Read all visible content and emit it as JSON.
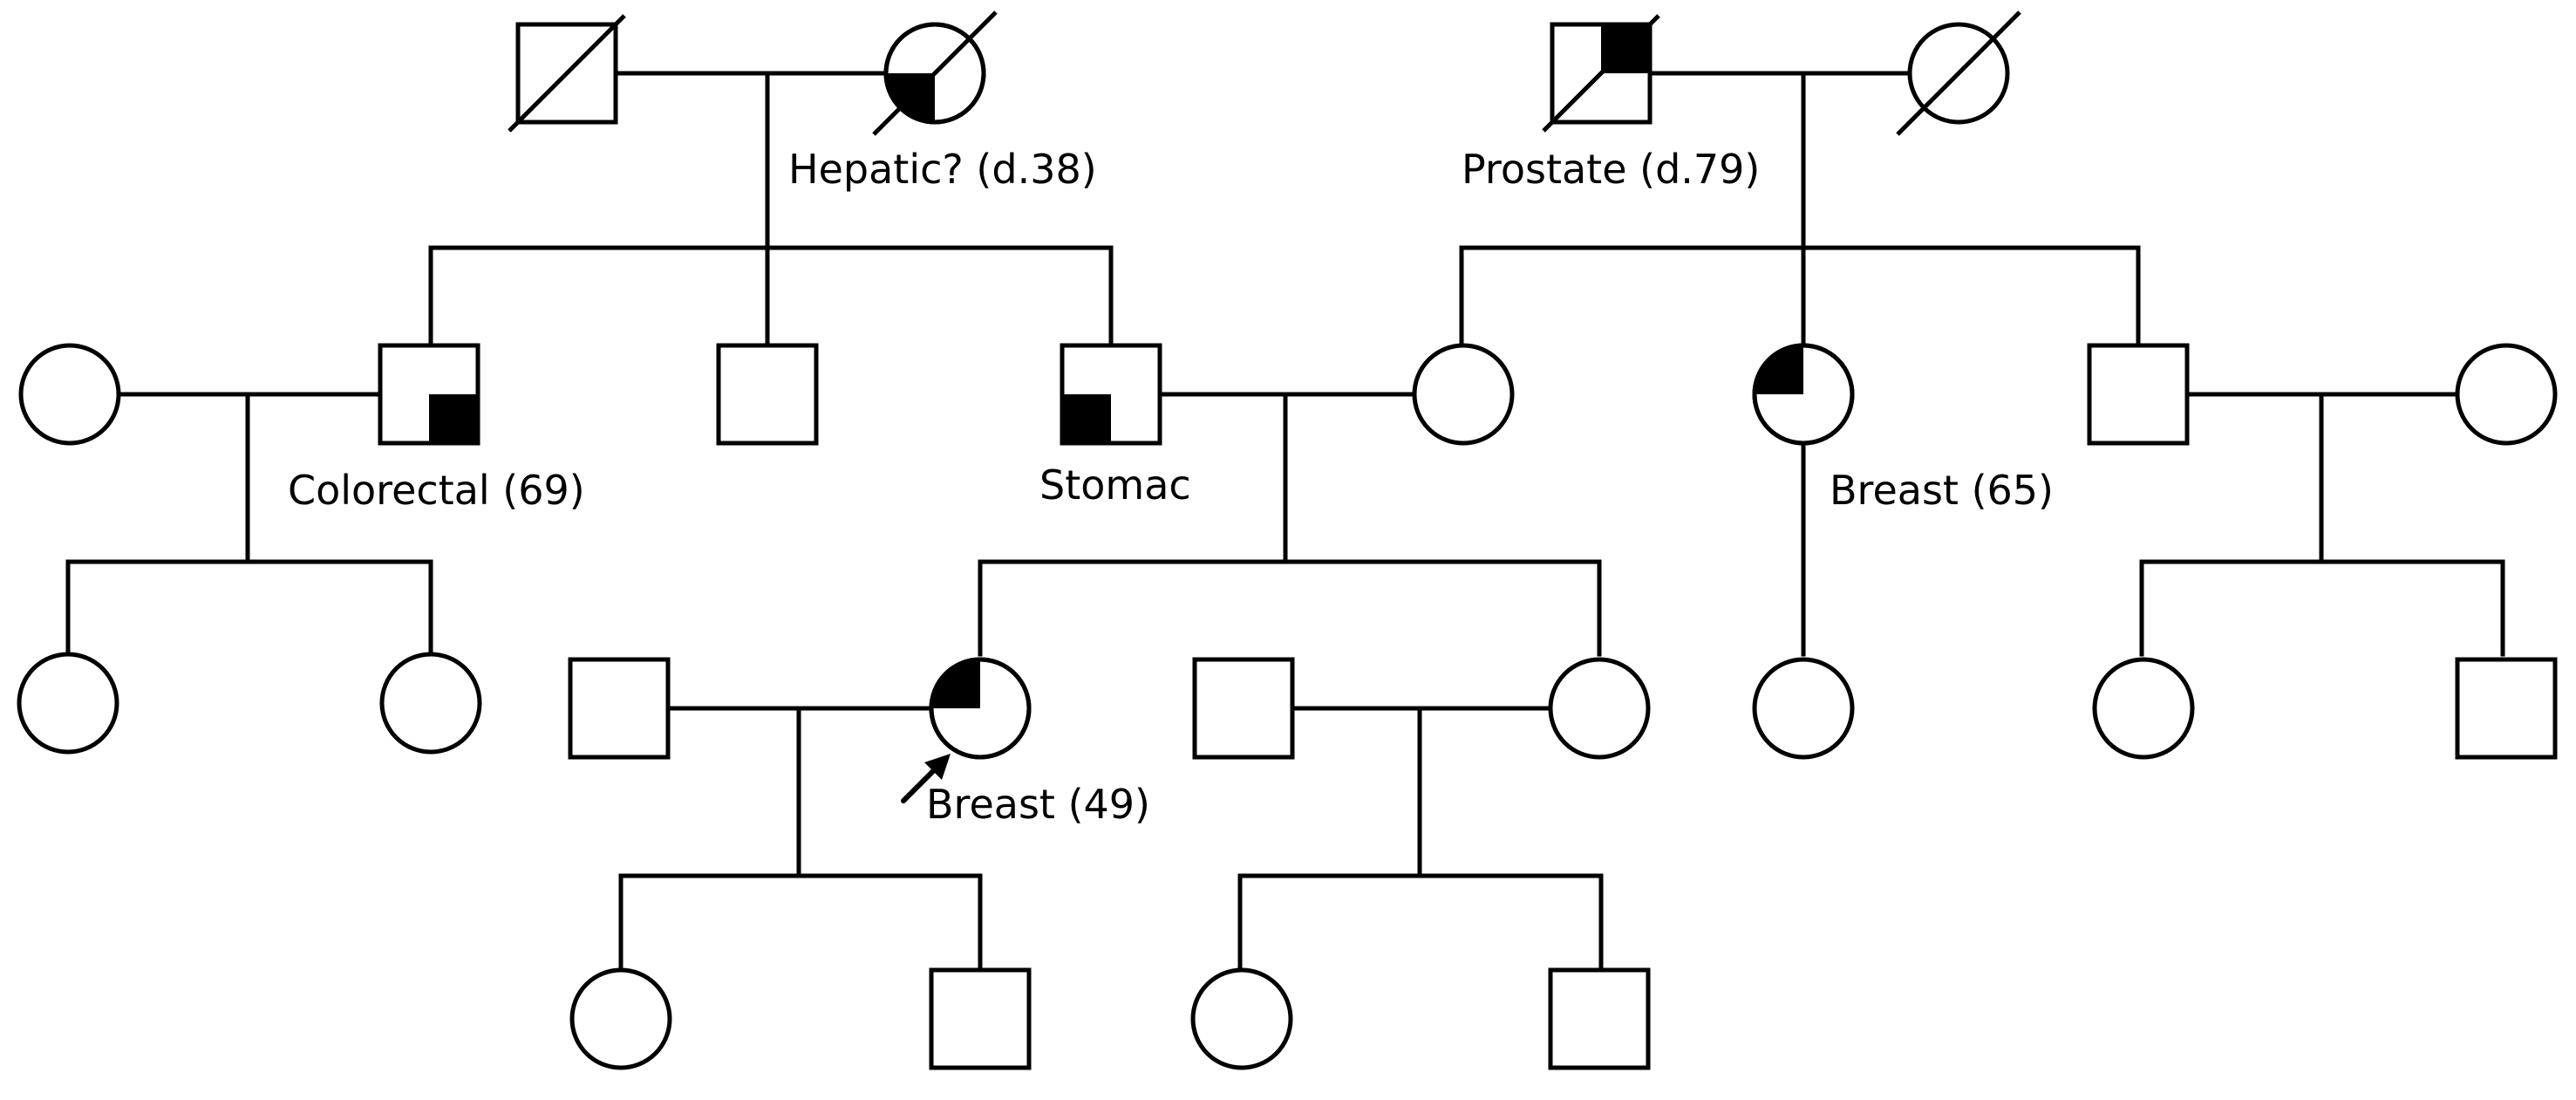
{
  "diagram": {
    "type": "pedigree",
    "colors": {
      "line": "#000000",
      "affected_fill": "#000000",
      "background": "#ffffff"
    },
    "individuals": [
      {
        "id": "I-1",
        "sex": "male",
        "deceased": true
      },
      {
        "id": "I-2",
        "sex": "female",
        "deceased": true,
        "affected_quadrant": "bottom-left",
        "label": "Hepatic? (d.38)"
      },
      {
        "id": "I-3",
        "sex": "male",
        "deceased": true,
        "affected_quadrant": "top-right",
        "label": "Prostate (d.79)"
      },
      {
        "id": "I-4",
        "sex": "female",
        "deceased": true
      },
      {
        "id": "II-1",
        "sex": "female"
      },
      {
        "id": "II-2",
        "sex": "male",
        "affected_quadrant": "bottom-right",
        "label": "Colorectal (69)"
      },
      {
        "id": "II-3",
        "sex": "male"
      },
      {
        "id": "II-4",
        "sex": "male",
        "affected_quadrant": "bottom-left",
        "label": "Stomac"
      },
      {
        "id": "II-5",
        "sex": "female"
      },
      {
        "id": "II-6",
        "sex": "female",
        "affected_quadrant": "top-left",
        "label": "Breast (65)"
      },
      {
        "id": "II-7",
        "sex": "male"
      },
      {
        "id": "II-8",
        "sex": "female"
      },
      {
        "id": "III-1",
        "sex": "female"
      },
      {
        "id": "III-2",
        "sex": "female"
      },
      {
        "id": "III-3",
        "sex": "male"
      },
      {
        "id": "III-4",
        "sex": "female",
        "affected_quadrant": "top-left",
        "proband": true,
        "label": "Breast (49)"
      },
      {
        "id": "III-5",
        "sex": "male"
      },
      {
        "id": "III-6",
        "sex": "female"
      },
      {
        "id": "III-7",
        "sex": "female"
      },
      {
        "id": "III-8",
        "sex": "female"
      },
      {
        "id": "III-9",
        "sex": "male"
      },
      {
        "id": "IV-1",
        "sex": "female"
      },
      {
        "id": "IV-2",
        "sex": "male"
      },
      {
        "id": "IV-3",
        "sex": "female"
      },
      {
        "id": "IV-4",
        "sex": "male"
      }
    ],
    "unions": [
      {
        "partners": [
          "I-1",
          "I-2"
        ],
        "children": [
          "II-2",
          "II-3",
          "II-4"
        ]
      },
      {
        "partners": [
          "I-3",
          "I-4"
        ],
        "children": [
          "II-5",
          "II-6",
          "II-7"
        ]
      },
      {
        "partners": [
          "II-1",
          "II-2"
        ],
        "children": [
          "III-1",
          "III-2"
        ]
      },
      {
        "partners": [
          "II-4",
          "II-5"
        ],
        "children": [
          "III-4",
          "III-6"
        ]
      },
      {
        "partners": [
          "II-7",
          "II-8"
        ],
        "children": [
          "III-8",
          "III-9"
        ]
      },
      {
        "partners": [
          "III-3",
          "III-4"
        ],
        "children": [
          "IV-1",
          "IV-2"
        ]
      },
      {
        "partners": [
          "III-5",
          "III-6"
        ],
        "children": [
          "IV-3",
          "IV-4"
        ]
      },
      {
        "partners": [
          "II-6"
        ],
        "children": [
          "III-7"
        ]
      }
    ]
  }
}
